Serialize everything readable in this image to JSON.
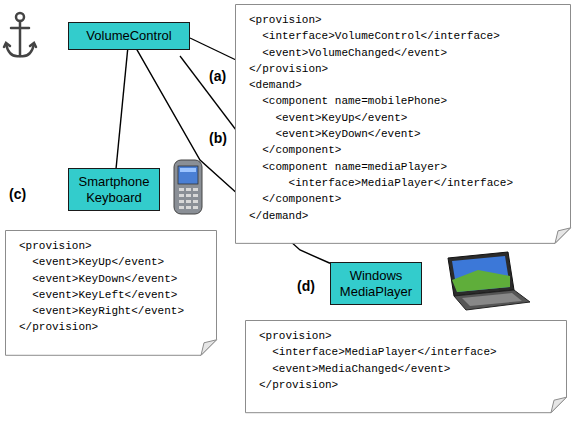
{
  "diagram": {
    "nodes": [
      {
        "text": [
          "VolumeControl"
        ]
      },
      {
        "text": [
          "<provision>",
          "<interface>VolumeControl</interface>",
          "<event>VolumeChanged</event>",
          "</provision>",
          "<demand>",
          "<component name=mobilePhone>",
          "<event>KeyUp</event>",
          "<event>KeyDown</event>",
          "</component>",
          "<component name=mediaPlayer>",
          "<interface>MediaPlayer</interface>",
          "</component>",
          "</demand>"
        ]
      },
      {
        "text": [
          "Smartphone Keyboard"
        ]
      },
      {
        "text": [
          "<provision>",
          "<event>KeyUp</event>",
          "<event>KeyDown</event>",
          "<event>KeyLeft</event>",
          "<event>KeyRight</event>",
          "</provision>"
        ]
      },
      {
        "text": [
          "Windows MediaPlayer"
        ]
      },
      {
        "text": [
          "<provision>",
          "<interface>MediaPlayer</interface>",
          "<event>MediaChanged</event>",
          "</provision>"
        ]
      }
    ],
    "edges": [
      {
        "from": 0,
        "to": 2,
        "arrow": "none"
      },
      {
        "from": 0,
        "to": 4,
        "arrow": "none"
      }
    ],
    "labels": [
      "(a)",
      "(b)",
      "(c)",
      "(d)"
    ]
  }
}
